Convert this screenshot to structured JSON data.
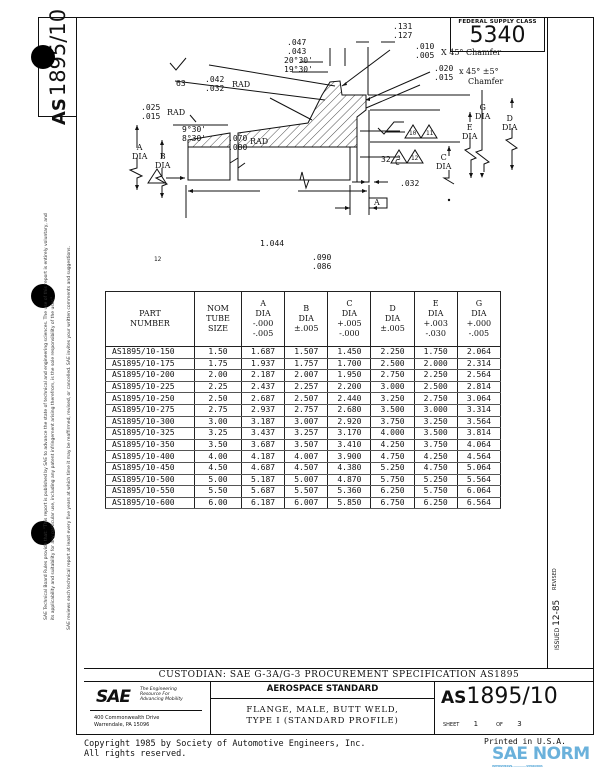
{
  "document": {
    "side_tab": {
      "prefix": "AS",
      "number": "1895/10"
    },
    "federal_supply_class": {
      "label": "FEDERAL SUPPLY CLASS",
      "value": "5340"
    }
  },
  "drawing": {
    "callouts": {
      "dim_131_127": [
        ".131",
        ".127"
      ],
      "dim_047_043": [
        ".047",
        ".043"
      ],
      "angle_20_19": [
        "20°30'",
        "19°30'"
      ],
      "chamfer_010": {
        "values": [
          ".010",
          ".005"
        ],
        "note": "X 45° Chamfer"
      },
      "chamfer_020": {
        "values": [
          ".020",
          ".015"
        ],
        "note": "x 45° ±5°",
        "note2": "Chamfer"
      },
      "finish_63": "63",
      "rad_042": {
        "values": [
          ".042",
          ".032"
        ],
        "label": "RAD"
      },
      "rad_025": {
        "values": [
          ".025",
          ".015"
        ],
        "label": "RAD"
      },
      "angle_9_8": [
        "9°30'",
        "8°30'"
      ],
      "rad_070": {
        "values": [
          ".070",
          ".080"
        ],
        "label": "RAD"
      },
      "finish_32": "32",
      "finish_32_letter": "C",
      "len_1044": "1.044",
      "dim_032": ".032",
      "dim_090_086": [
        ".090",
        ".086"
      ],
      "datum_a": "A",
      "flag_12_left": "12",
      "flags_top": [
        "10",
        "11"
      ],
      "flags_mid": [
        "3",
        "12"
      ],
      "dia_labels": {
        "a": [
          "A",
          "DIA"
        ],
        "b": [
          "B",
          "DIA"
        ],
        "c": [
          "C",
          "DIA"
        ],
        "d": [
          "D",
          "DIA"
        ],
        "e": [
          "E",
          "DIA"
        ],
        "g": [
          "G",
          "DIA"
        ]
      }
    }
  },
  "table": {
    "headers": [
      [
        "PART",
        "NUMBER"
      ],
      [
        "NOM",
        "TUBE",
        "SIZE"
      ],
      [
        "A",
        "DIA",
        "-.000",
        "-.005"
      ],
      [
        "B",
        "DIA",
        "±.005"
      ],
      [
        "C",
        "DIA",
        "+.005",
        "-.000"
      ],
      [
        "D",
        "DIA",
        "±.005"
      ],
      [
        "E",
        "DIA",
        "+.003",
        "-.030"
      ],
      [
        "G",
        "DIA",
        "+.000",
        "-.005"
      ]
    ],
    "rows": [
      [
        "AS1895/10-150",
        "1.50",
        "1.687",
        "1.507",
        "1.450",
        "2.250",
        "1.750",
        "2.064"
      ],
      [
        "AS1895/10-175",
        "1.75",
        "1.937",
        "1.757",
        "1.700",
        "2.500",
        "2.000",
        "2.314"
      ],
      [
        "AS1895/10-200",
        "2.00",
        "2.187",
        "2.007",
        "1.950",
        "2.750",
        "2.250",
        "2.564"
      ],
      [
        "AS1895/10-225",
        "2.25",
        "2.437",
        "2.257",
        "2.200",
        "3.000",
        "2.500",
        "2.814"
      ],
      [
        "AS1895/10-250",
        "2.50",
        "2.687",
        "2.507",
        "2.440",
        "3.250",
        "2.750",
        "3.064"
      ],
      [
        "AS1895/10-275",
        "2.75",
        "2.937",
        "2.757",
        "2.680",
        "3.500",
        "3.000",
        "3.314"
      ],
      [
        "AS1895/10-300",
        "3.00",
        "3.187",
        "3.007",
        "2.920",
        "3.750",
        "3.250",
        "3.564"
      ],
      [
        "AS1895/10-325",
        "3.25",
        "3.437",
        "3.257",
        "3.170",
        "4.000",
        "3.500",
        "3.814"
      ],
      [
        "AS1895/10-350",
        "3.50",
        "3.687",
        "3.507",
        "3.410",
        "4.250",
        "3.750",
        "4.064"
      ],
      [
        "AS1895/10-400",
        "4.00",
        "4.187",
        "4.007",
        "3.900",
        "4.750",
        "4.250",
        "4.564"
      ],
      [
        "AS1895/10-450",
        "4.50",
        "4.687",
        "4.507",
        "4.380",
        "5.250",
        "4.750",
        "5.064"
      ],
      [
        "AS1895/10-500",
        "5.00",
        "5.187",
        "5.007",
        "4.870",
        "5.750",
        "5.250",
        "5.564"
      ],
      [
        "AS1895/10-550",
        "5.50",
        "5.687",
        "5.507",
        "5.360",
        "6.250",
        "5.750",
        "6.064"
      ],
      [
        "AS1895/10-600",
        "6.00",
        "6.187",
        "6.007",
        "5.850",
        "6.750",
        "6.250",
        "6.564"
      ]
    ]
  },
  "side_notes": [
    "SAE Technical Board Rules provide that: \"This report is published by SAE to advance the state of technical and engineering sciences. The use of this report is entirely voluntary, and",
    "its applicability and suitability for any particular use, including any patent infringement arising therefrom, is the sole responsibility of the user.\"",
    "SAE reviews each technical report at least every five years at which time it may be reaffirmed, revised, or cancelled. SAE invites your written comments and suggestions."
  ],
  "revision": {
    "issued_label": "ISSUED",
    "issued_date": "12-85",
    "revised_label": "REVISED"
  },
  "title_block": {
    "custodian": "CUSTODIAN:  SAE G-3A/G-3     PROCUREMENT SPECIFICATION  AS1895",
    "logo": "SAE",
    "tagline": [
      "The Engineering",
      "Resource For",
      "Advancing Mobility"
    ],
    "address": [
      "400 Commonwealth Drive",
      "Warrendale, PA 15096"
    ],
    "category": "AEROSPACE STANDARD",
    "title_line1": "FLANGE, MALE, BUTT WELD,",
    "title_line2": "TYPE I (STANDARD PROFILE)",
    "doc_prefix": "AS",
    "doc_number": "1895/10",
    "sheet_label": "SHEET",
    "sheet_num": "1",
    "of_label": "OF",
    "sheet_total": "3"
  },
  "footer": {
    "copyright": "Copyright 1985 by Society of Automotive Engineers, Inc.",
    "rights": "All rights reserved.",
    "printed": "Printed in U.S.A."
  },
  "watermark": {
    "text": "SAE NORM",
    "sub": "INTERNATIONAL ————— STANDARDS"
  }
}
